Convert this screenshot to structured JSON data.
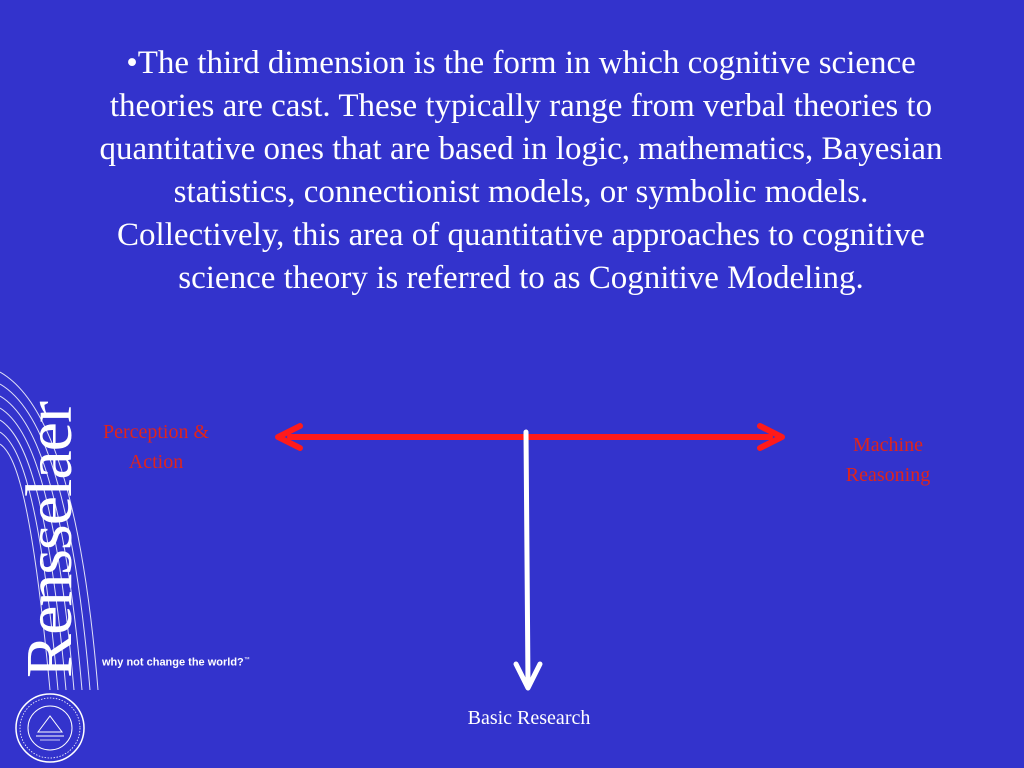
{
  "slide": {
    "body_text": "•The third dimension is the form in which cognitive science theories are cast. These typically range from verbal theories to quantitative ones that are based in logic, mathematics, Bayesian statistics, connectionist models, or symbolic models. Collectively, this area of quantitative approaches to cognitive science theory is referred to as Cognitive Modeling.",
    "diagram": {
      "left_label": "Perception & Action",
      "right_label": "Machine Reasoning",
      "bottom_label": "Basic Research"
    }
  },
  "branding": {
    "name": "Rensselaer",
    "tagline": "why not change the world?",
    "tagline_mark": "™",
    "seal_icon": "university-seal-icon"
  },
  "colors": {
    "background": "#3333cc",
    "axis_red": "#ff1a1a",
    "label_red": "#e0241b",
    "text": "#ffffff"
  }
}
